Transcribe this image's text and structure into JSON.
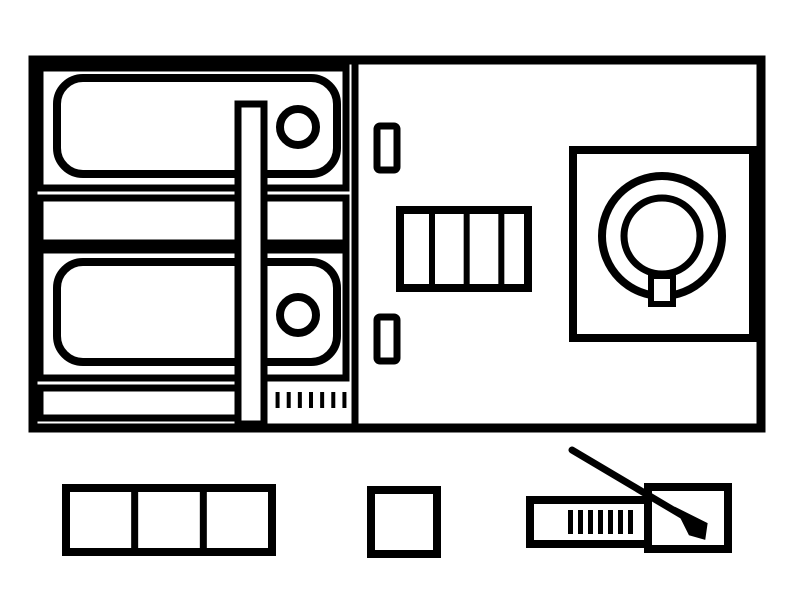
{
  "diagram": {
    "kind": "line-drawing",
    "colors": {
      "ink": "#000000",
      "paper": "#ffffff"
    },
    "console": {
      "left_section": {
        "trays": [
          {
            "name": "upper-tray",
            "has_knob": true,
            "has_separator_bar_below": true
          },
          {
            "name": "lower-tray",
            "has_knob": true,
            "has_separator_bar_below": true
          }
        ],
        "vertical_rail": true,
        "vent_slots": 7
      },
      "center_section": {
        "small_indicators": 2,
        "button_block_segments": 4
      },
      "right_section": {
        "dial_panel": true,
        "dial_style": "double-ring-with-tab"
      }
    },
    "accessories": {
      "triple_block_segments": 3,
      "single_block": true,
      "arm_unit": {
        "vent_slots": 7,
        "has_angled_arm": true,
        "has_end_clip": true
      }
    }
  }
}
